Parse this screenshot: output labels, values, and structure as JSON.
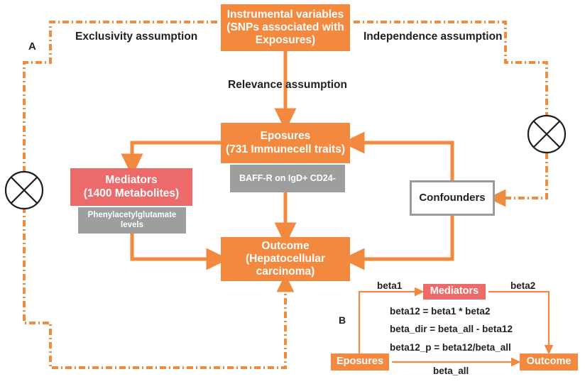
{
  "colors": {
    "orange": "#F2893F",
    "red": "#EC6A6A",
    "grey": "#9E9E9E",
    "confounder_border": "#9b9b9b",
    "text_dark": "#231f20",
    "dashdot": "#EE8B3E"
  },
  "panel_a": {
    "label": "A",
    "nodes": {
      "instrumental_variables": "Instrumental variables\n(SNPs associated with\nExposures)",
      "instrumental_variables_lines": [
        "Instrumental variables",
        "(SNPs associated with",
        "Exposures)"
      ],
      "exposures_lines": [
        "Eposures",
        "(731 Immunecell traits)"
      ],
      "exposures_tag": "BAFF-R on IgD+ CD24-",
      "mediators_lines": [
        "Mediators",
        "(1400 Metabolites)"
      ],
      "mediators_tag_lines": [
        "Phenylacetylglutamate",
        "levels"
      ],
      "outcome_lines": [
        "Outcome",
        "(Hepatocellular",
        "carcinoma)"
      ],
      "confounders": "Confounders"
    },
    "assumptions": {
      "exclusivity": "Exclusivity assumption",
      "independence": "Independence assumption",
      "relevance": "Relevance assumption"
    },
    "blocked_marker": "circle-cross"
  },
  "panel_b": {
    "label": "B",
    "nodes": {
      "exposures": "Eposures",
      "mediators": "Mediators",
      "outcome": "Outcome"
    },
    "edge_labels": {
      "beta1": "beta1",
      "beta2": "beta2",
      "beta_all": "beta_all"
    },
    "equations": [
      "beta12 = beta1 * beta2",
      "beta_dir = beta_all - beta12",
      "beta12_p = beta12/beta_all"
    ]
  }
}
